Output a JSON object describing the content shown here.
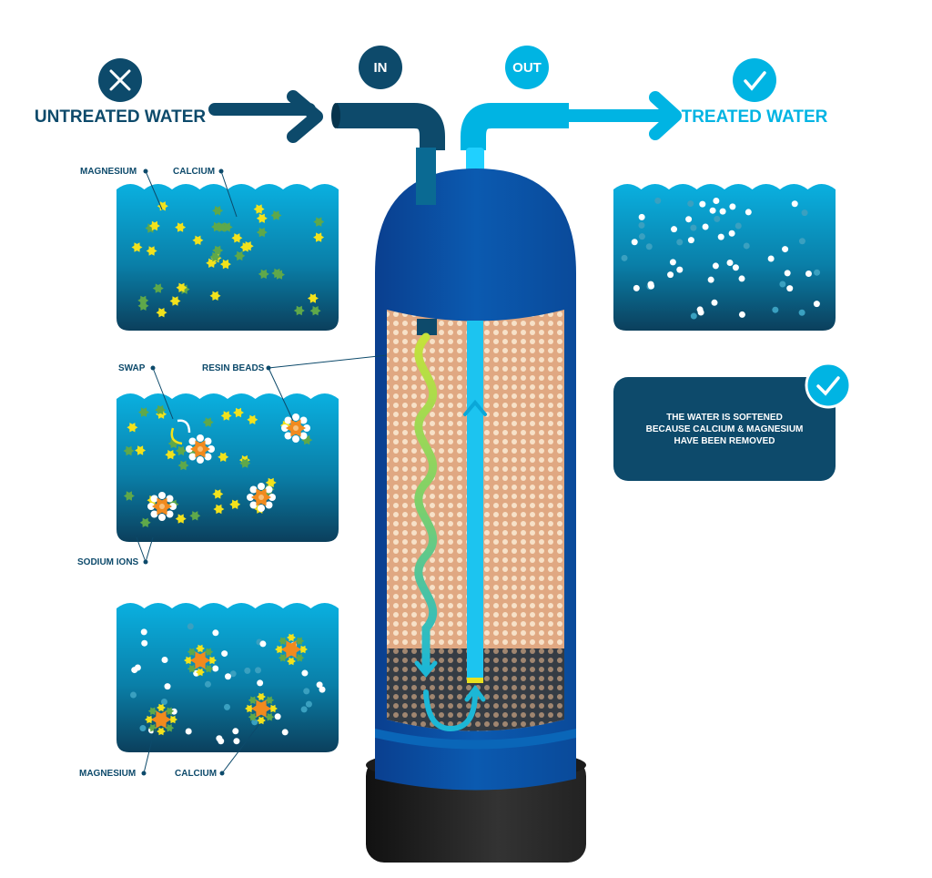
{
  "header": {
    "untreated_label": "UNTREATED WATER",
    "treated_label": "TREATED WATER",
    "in_label": "IN",
    "out_label": "OUT",
    "untreated_icon": "x-icon",
    "treated_icon": "check-icon"
  },
  "panels": {
    "hard_water": {
      "magnesium_label": "MAGNESIUM",
      "calcium_label": "CALCIUM"
    },
    "swap": {
      "swap_label": "SWAP",
      "resin_label": "RESIN BEADS",
      "sodium_label": "SODIUM IONS"
    },
    "captured": {
      "magnesium_label": "MAGNESIUM",
      "calcium_label": "CALCIUM"
    }
  },
  "info_box": {
    "lines": [
      "THE WATER IS SOFTENED",
      "BECAUSE CALCIUM & MAGNESIUM",
      "HAVE BEEN REMOVED"
    ],
    "icon": "check-icon"
  },
  "colors": {
    "dark_blue": "#0d4a6b",
    "light_blue": "#00b4e3",
    "tank_blue": "#0b55a8",
    "magnesium": "#5fa84a",
    "calcium": "#f2e21c",
    "resin": "#f18a1e"
  }
}
